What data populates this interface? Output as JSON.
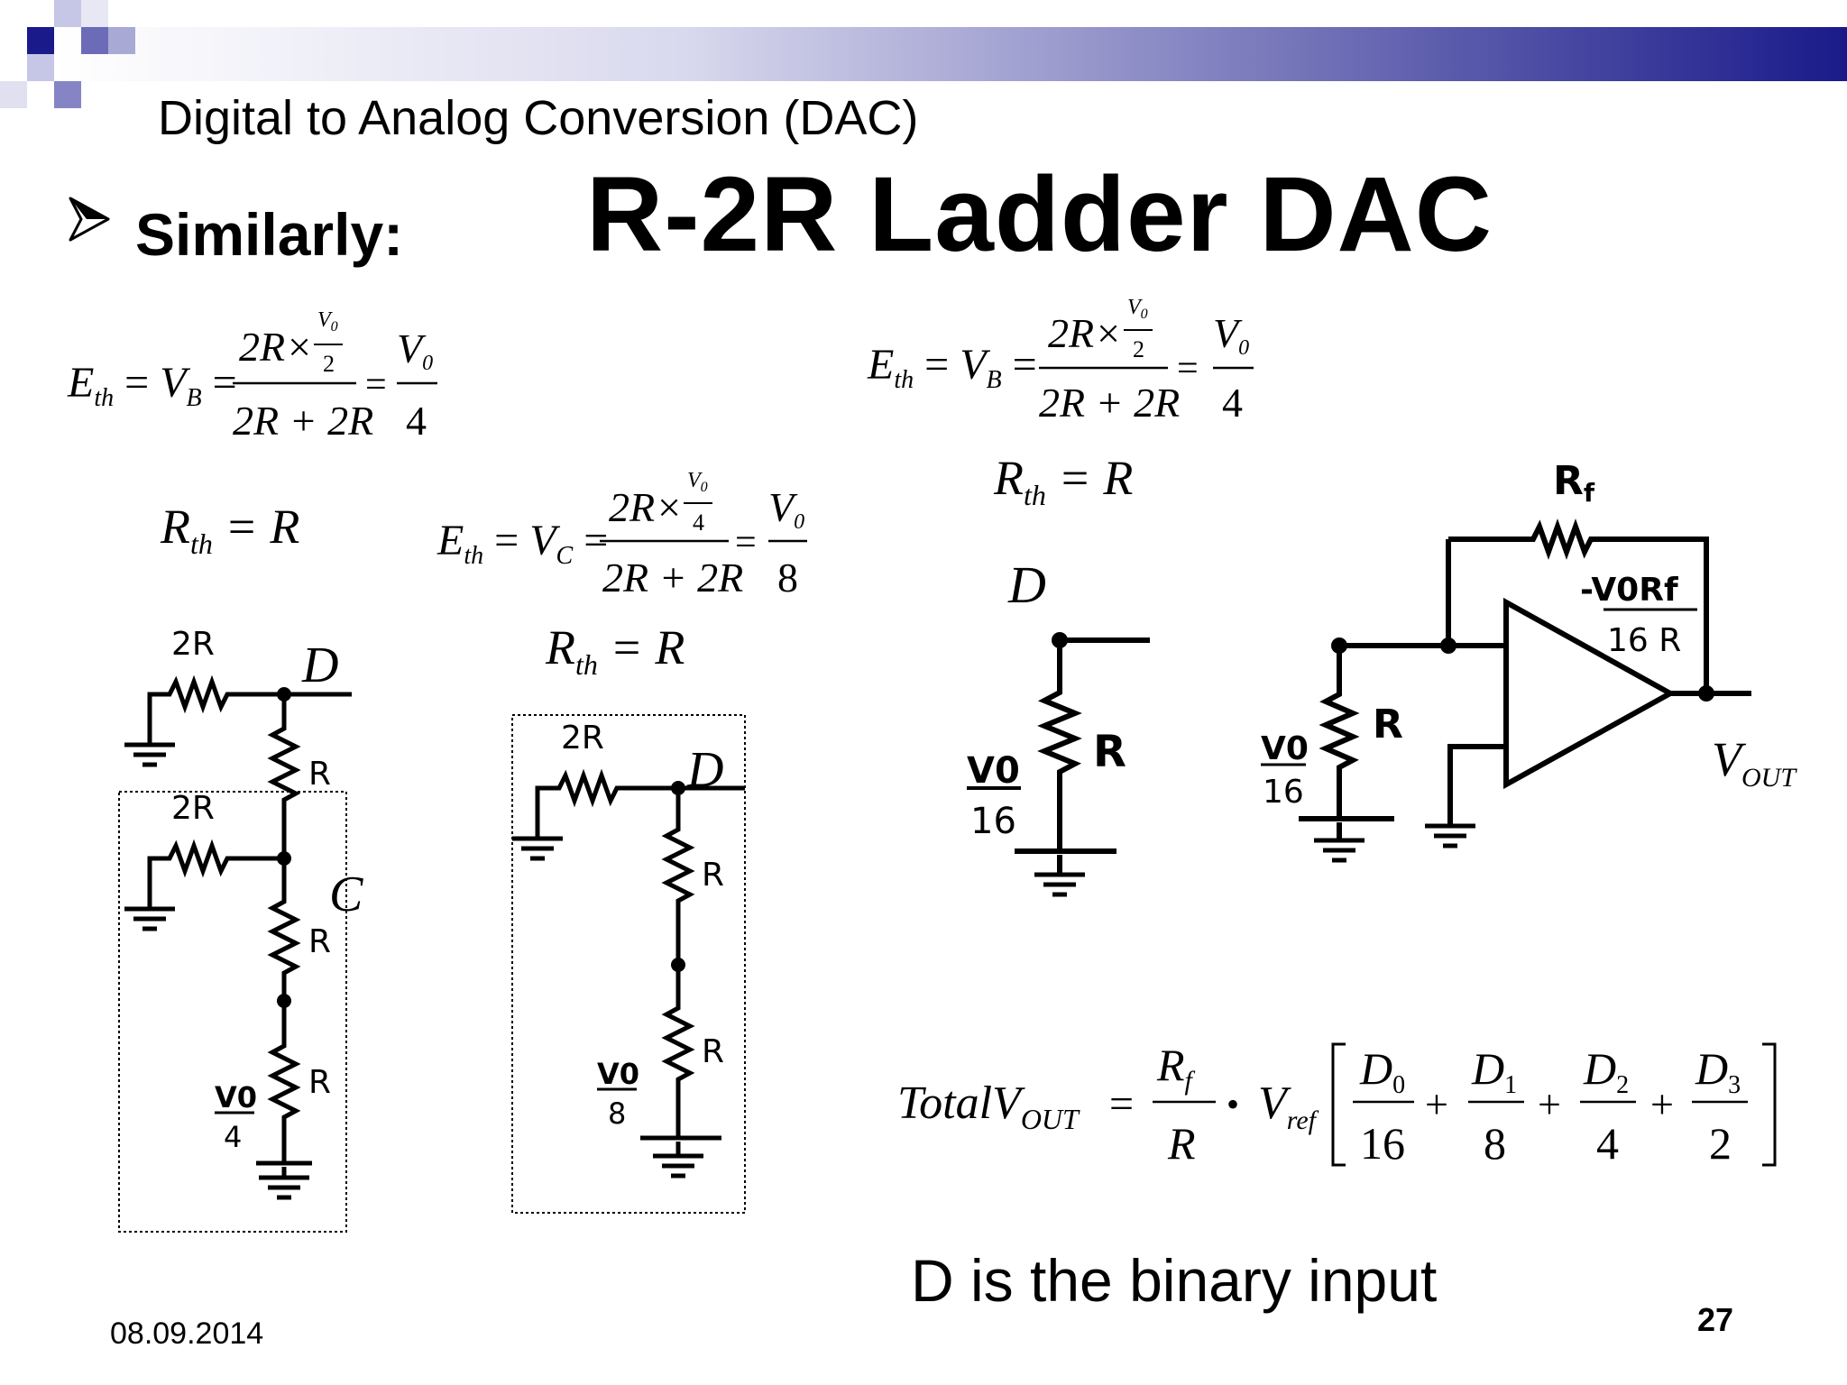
{
  "slide": {
    "subtitle": "Digital to Analog Conversion (DAC)",
    "bullet_label": "Similarly:",
    "title": "R-2R Ladder DAC",
    "note": "D is the binary input",
    "date": "08.09.2014",
    "page_number": "27"
  },
  "colors": {
    "banner_dark": "#1a1a8a",
    "banner_light": "#ffffff",
    "square_dark": "#1a1a8a",
    "square_mid": "#6b6bb8",
    "square_light": "#c6c6e6"
  },
  "icons": {
    "bullet": "arrowhead-bullet-icon"
  },
  "equations": {
    "eq1": {
      "lhs_E": "E",
      "lhs_E_sub": "th",
      "lhs_V": "V",
      "lhs_V_sub": "B",
      "num_main": "2R×",
      "num_frac_top": "V",
      "num_frac_top_sub": "0",
      "num_frac_bottom": "2",
      "den": "2R + 2R",
      "res_top": "V",
      "res_top_sub": "0",
      "res_bottom": "4"
    },
    "eq2": {
      "lhs_E": "E",
      "lhs_E_sub": "th",
      "lhs_V": "V",
      "lhs_V_sub": "B",
      "num_main": "2R×",
      "num_frac_top": "V",
      "num_frac_top_sub": "0",
      "num_frac_bottom": "2",
      "den": "2R + 2R",
      "res_top": "V",
      "res_top_sub": "0",
      "res_bottom": "4"
    },
    "eq3": {
      "lhs_E": "E",
      "lhs_E_sub": "th",
      "lhs_V": "V",
      "lhs_V_sub": "C",
      "num_main": "2R×",
      "num_frac_top": "V",
      "num_frac_top_sub": "0",
      "num_frac_bottom": "4",
      "den": "2R + 2R",
      "res_top": "V",
      "res_top_sub": "0",
      "res_bottom": "8"
    },
    "rth1": {
      "R": "R",
      "sub": "th",
      "rhs": "= R"
    },
    "rth2": {
      "R": "R",
      "sub": "th",
      "rhs": "= R"
    },
    "rth3": {
      "R": "R",
      "sub": "th",
      "rhs": "= R"
    },
    "total": {
      "lhs": "TotalV",
      "lhs_sub": "OUT",
      "eq": "=",
      "rf": "R",
      "rf_sub": "f",
      "r": "R",
      "dot": "•",
      "vref": "V",
      "vref_sub": "ref",
      "terms": [
        {
          "num": "D",
          "num_sub": "0",
          "den": "16"
        },
        {
          "num": "D",
          "num_sub": "1",
          "den": "8"
        },
        {
          "num": "D",
          "num_sub": "2",
          "den": "4"
        },
        {
          "num": "D",
          "num_sub": "3",
          "den": "2"
        }
      ],
      "plus": "+"
    }
  },
  "circuits": {
    "left": {
      "res_2r_top": "2R",
      "res_2r_mid": "2R",
      "res_r1": "R",
      "res_r2": "R",
      "res_r3": "R",
      "node_d": "D",
      "node_c": "C",
      "src_top": "V0",
      "src_bottom": "4"
    },
    "middle": {
      "res_2r": "2R",
      "res_r1": "R",
      "res_r2": "R",
      "node_d": "D",
      "src_top": "V0",
      "src_bottom": "8"
    },
    "thevenin": {
      "node_d": "D",
      "res_r": "R",
      "src_top": "V0",
      "src_bottom": "16"
    },
    "opamp": {
      "rf_label": "R",
      "rf_label_sub": "f",
      "res_r": "R",
      "src_top": "V0",
      "src_bottom": "16",
      "gain_top": "-V0Rf",
      "gain_bottom": "16 R",
      "vout": "V",
      "vout_sub": "OUT"
    }
  }
}
